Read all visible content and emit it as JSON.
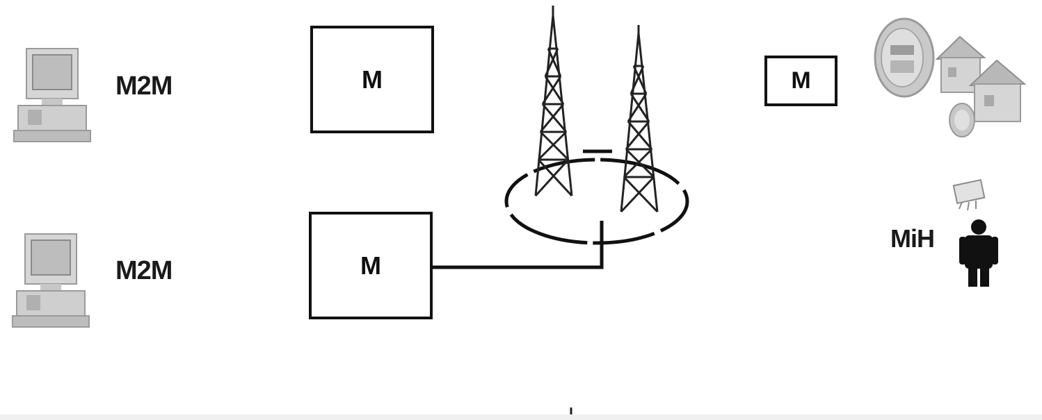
{
  "nodes": {
    "m2m_top": {
      "label": "M2M",
      "icon": "desktop-computer-icon"
    },
    "m2m_bottom": {
      "label": "M2M",
      "icon": "desktop-computer-icon"
    },
    "mih": {
      "label": "MiH",
      "icon": "person-with-device-icon"
    }
  },
  "modules": {
    "top": "M",
    "bottom": "M",
    "right": "M"
  },
  "network": {
    "icon": "cell-towers-icon"
  },
  "meters": {
    "icon": "utility-meters-houses-icon"
  }
}
